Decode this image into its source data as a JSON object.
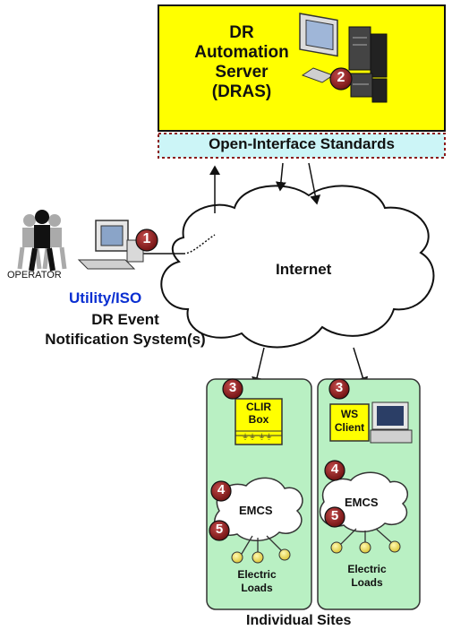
{
  "dras": {
    "title_lines": [
      "DR",
      "Automation",
      "Server",
      "(DRAS)"
    ],
    "number": "2"
  },
  "standards_bar": {
    "label": "Open-Interface Standards"
  },
  "internet": {
    "label": "Internet"
  },
  "operator": {
    "label": "OPERATOR",
    "number": "1",
    "system_owner": "Utility/ISO",
    "system_lines": [
      "DR Event",
      "Notification System(s)"
    ]
  },
  "site_left": {
    "number_top": "3",
    "box_label": [
      "CLIR",
      "Box"
    ],
    "number_emcs": "4",
    "emcs_label": "EMCS",
    "number_loads": "5",
    "loads_label": [
      "Electric",
      "Loads"
    ]
  },
  "site_right": {
    "number_top": "3",
    "box_label": [
      "WS",
      "Client"
    ],
    "number_emcs": "4",
    "emcs_label": "EMCS",
    "number_loads": "5",
    "loads_label": [
      "Electric",
      "Loads"
    ]
  },
  "footer": {
    "label": "Individual Sites"
  },
  "colors": {
    "dras_fill": "#ffff00",
    "standards_fill": "#ccf5f7",
    "site_fill": "#b9f0c3",
    "badge_fill": "#8b1a1a",
    "accent_blue": "#0a2fd1"
  }
}
